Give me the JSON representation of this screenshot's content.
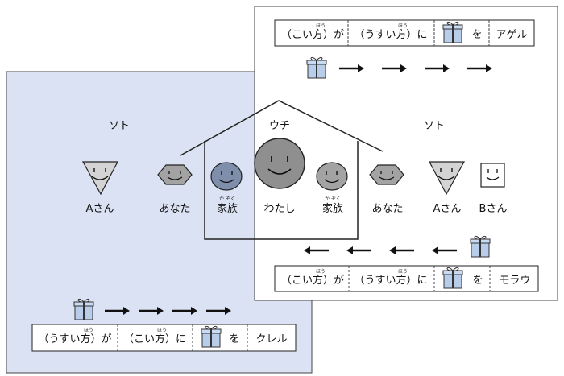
{
  "colors": {
    "soto_panel_fill": "#dbe2f3",
    "white_panel_fill": "#ffffff",
    "face_dark": "#8f8f8f",
    "face_mid": "#a3a3a3",
    "face_blue": "#7f8eab",
    "face_light": "#d4d4d4",
    "gift_blue": "#b8cdea"
  },
  "labels": {
    "soto_left": "ソト",
    "uchi": "ウチ",
    "soto_right": "ソト"
  },
  "people": [
    {
      "id": "a-san-left",
      "name": "Aさん",
      "shape": "triangle"
    },
    {
      "id": "anata-left",
      "name": "あなた",
      "shape": "hexagon"
    },
    {
      "id": "kazoku-left",
      "name": "家族",
      "ruby": "か ぞく",
      "shape": "oval"
    },
    {
      "id": "watashi",
      "name": "わたし",
      "shape": "circle"
    },
    {
      "id": "kazoku-right",
      "name": "家族",
      "ruby": "か ぞく",
      "shape": "oval"
    },
    {
      "id": "anata-right",
      "name": "あなた",
      "shape": "hexagon"
    },
    {
      "id": "a-san-right",
      "name": "Aさん",
      "shape": "triangle"
    },
    {
      "id": "b-san",
      "name": "Bさん",
      "shape": "square"
    }
  ],
  "sentences": {
    "ageru": {
      "part1": "（こい方）が",
      "part1_ruby": "ほう",
      "part2": "（うすい方）に",
      "part2_ruby": "ほう",
      "object_particle": "を",
      "verb": "アゲル"
    },
    "morau": {
      "part1": "（こい方）が",
      "part1_ruby": "ほう",
      "part2": "（うすい方）に",
      "part2_ruby": "ほう",
      "object_particle": "を",
      "verb": "モラウ"
    },
    "kureru": {
      "part1": "（うすい方）が",
      "part1_ruby": "ほう",
      "part2": "（こい方）に",
      "part2_ruby": "ほう",
      "object_particle": "を",
      "verb": "クレル"
    }
  },
  "icons": {
    "gift": "gift-box-icon",
    "arrow_right": "arrow-right-icon",
    "arrow_left": "arrow-left-icon"
  }
}
